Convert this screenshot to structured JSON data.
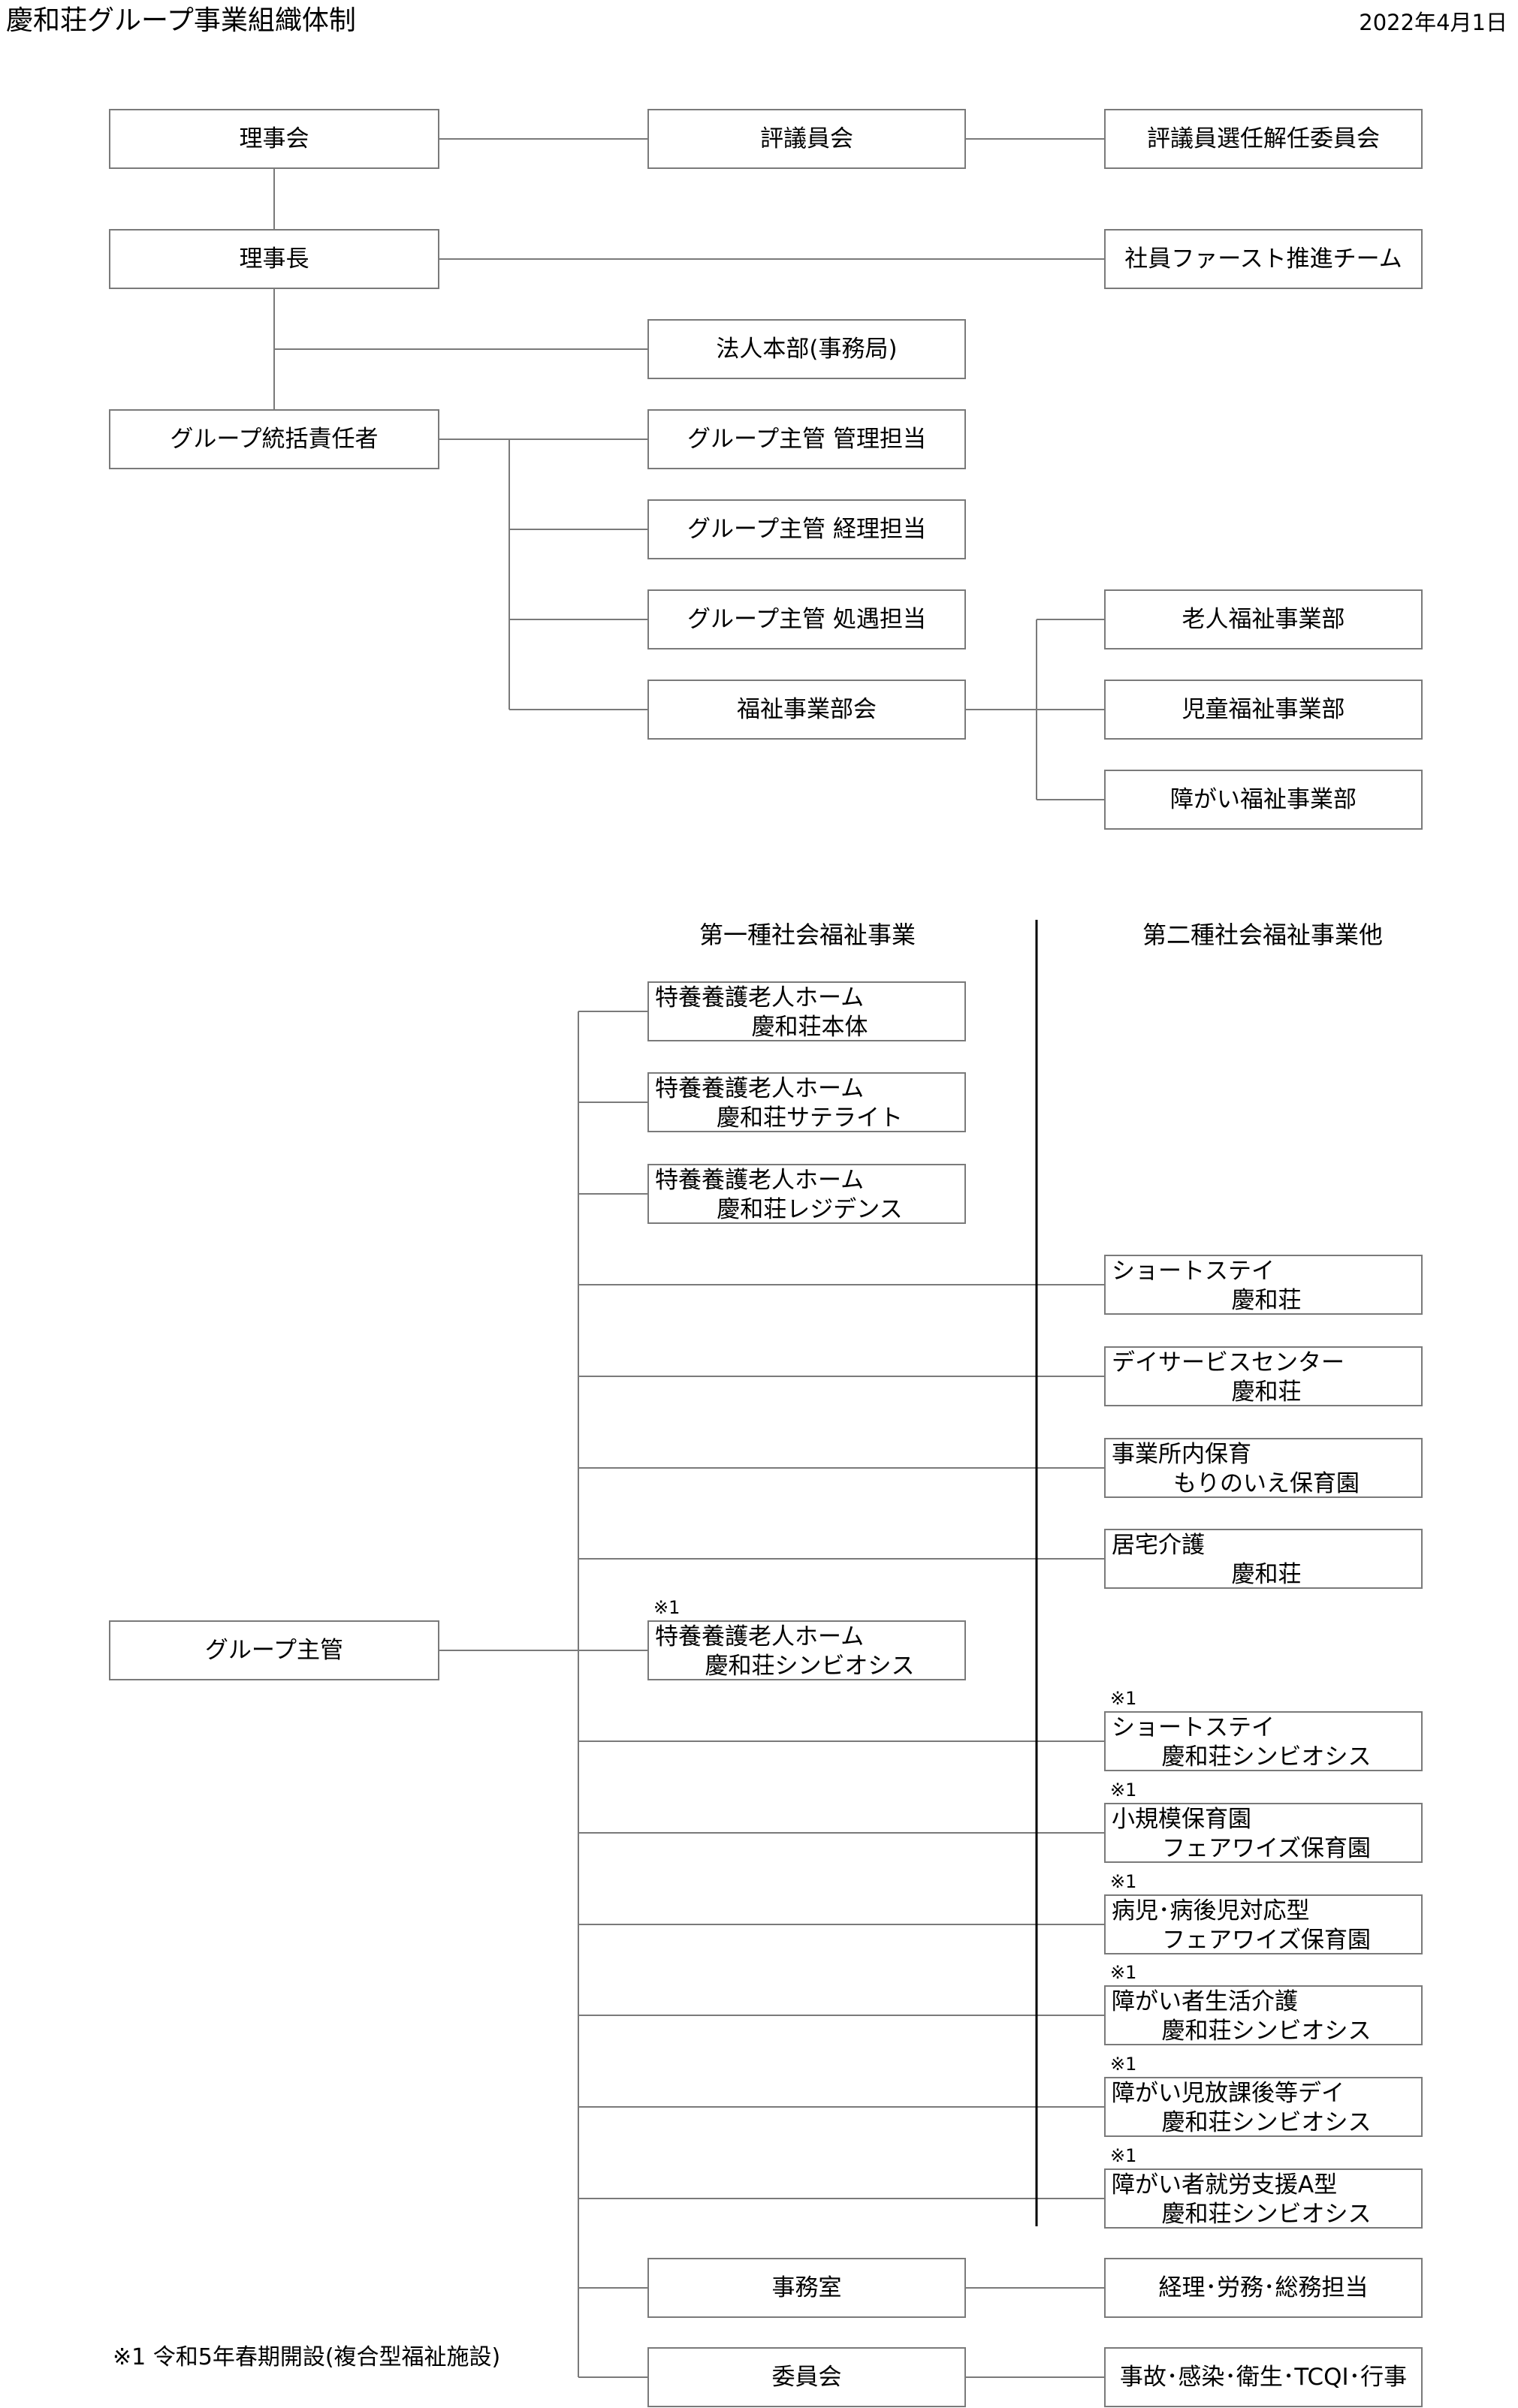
{
  "title": "慶和荘グループ事業組織体制",
  "date": "2022年4月1日",
  "org": {
    "rijikai": "理事会",
    "hyogiinkai": "評議員会",
    "senin_iinkai": "評議員選任解任委員会",
    "rijicho": "理事長",
    "shain_team": "社員ファースト推進チーム",
    "honbu": "法人本部(事務局)",
    "tokatsu": "グループ統括責任者",
    "kanri": "グループ主管 管理担当",
    "keiri": "グループ主管 経理担当",
    "shogu": "グループ主管 処遇担当",
    "fukushi_bukai": "福祉事業部会",
    "rojin_bu": "老人福祉事業部",
    "jido_bu": "児童福祉事業部",
    "shogai_bu": "障がい福祉事業部"
  },
  "columns": {
    "first": "第一種社会福祉事業",
    "second": "第二種社会福祉事業他"
  },
  "facilities": {
    "shukan": "グループ主管",
    "f1": {
      "l1": "特養養護老人ホーム",
      "l2": "慶和荘本体"
    },
    "f2": {
      "l1": "特養養護老人ホーム",
      "l2": "慶和荘サテライト"
    },
    "f3": {
      "l1": "特養養護老人ホーム",
      "l2": "慶和荘レジデンス"
    },
    "f4": {
      "l1": "ショートステイ",
      "l2": "慶和荘"
    },
    "f5": {
      "l1": "デイサービスセンター",
      "l2": "慶和荘"
    },
    "f6": {
      "l1": "事業所内保育",
      "l2": "もりのいえ保育園"
    },
    "f7": {
      "l1": "居宅介護",
      "l2": "慶和荘"
    },
    "f8": {
      "l1": "特養養護老人ホーム",
      "l2": "慶和荘シンビオシス",
      "mark": "※1"
    },
    "f9": {
      "l1": "ショートステイ",
      "l2": "慶和荘シンビオシス",
      "mark": "※1"
    },
    "f10": {
      "l1": "小規模保育園",
      "l2": "フェアワイズ保育園",
      "mark": "※1"
    },
    "f11": {
      "l1": "病児･病後児対応型",
      "l2": "フェアワイズ保育園",
      "mark": "※1"
    },
    "f12": {
      "l1": "障がい者生活介護",
      "l2": "慶和荘シンビオシス",
      "mark": "※1"
    },
    "f13": {
      "l1": "障がい児放課後等デイ",
      "l2": "慶和荘シンビオシス",
      "mark": "※1"
    },
    "f14": {
      "l1": "障がい者就労支援A型",
      "l2": "慶和荘シンビオシス",
      "mark": "※1"
    },
    "jimushitsu": "事務室",
    "somu": "経理･労務･総務担当",
    "iinkai": "委員会",
    "jiko": "事故･感染･衛生･TCQI･行事"
  },
  "note": "※1 令和5年春期開設(複合型福祉施設)"
}
